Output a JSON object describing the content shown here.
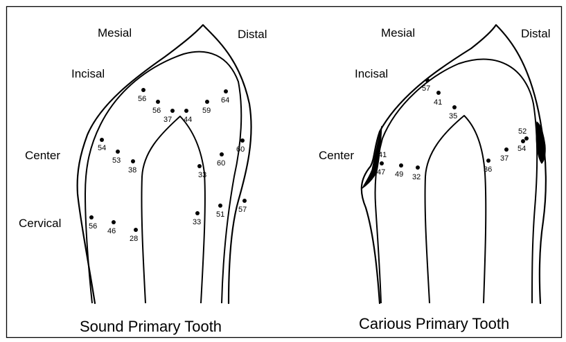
{
  "diagrams": [
    {
      "caption": "Sound  Primary  Tooth",
      "labels": {
        "mesial": "Mesial",
        "distal": "Distal",
        "incisal": "Incisal",
        "center": "Center",
        "cervical": "Cervical"
      },
      "points": [
        "56",
        "56",
        "37",
        "44",
        "59",
        "64",
        "54",
        "53",
        "38",
        "60",
        "60",
        "33",
        "56",
        "46",
        "28",
        "33",
        "51",
        "57"
      ]
    },
    {
      "caption": "Carious  Primary  Tooth",
      "labels": {
        "mesial": "Mesial",
        "distal": "Distal",
        "incisal": "Incisal",
        "center": "Center"
      },
      "points": [
        "57",
        "41",
        "35",
        "41",
        "47",
        "49",
        "32",
        "36",
        "37",
        "52",
        "54"
      ]
    }
  ],
  "colors": {
    "ink": "#000000",
    "background": "#ffffff",
    "border": "#000000"
  }
}
